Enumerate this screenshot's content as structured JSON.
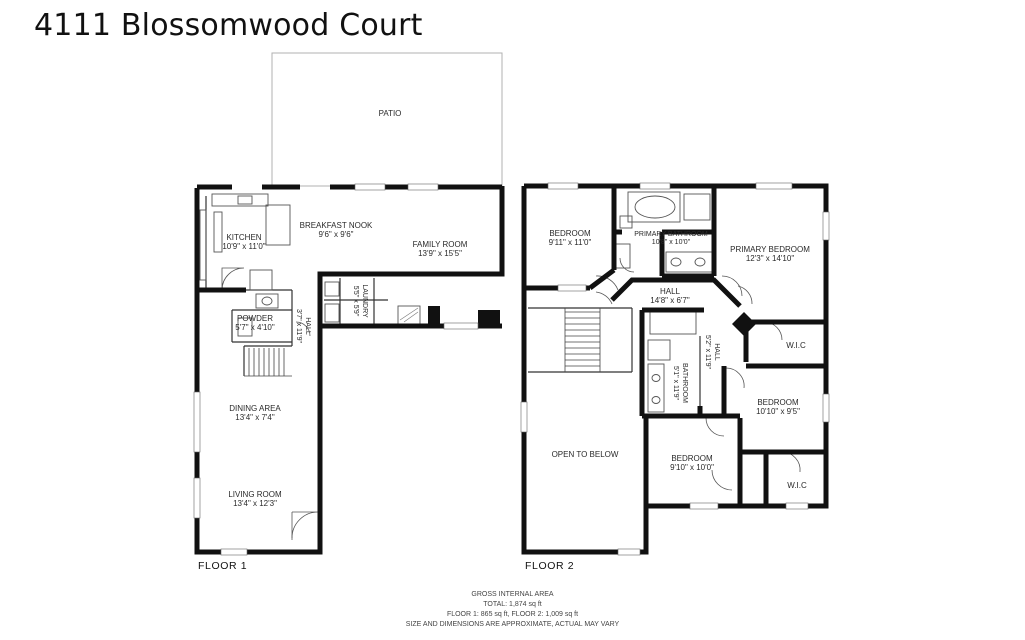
{
  "title": "4111 Blossomwood Court",
  "floor1": {
    "label": "FLOOR 1",
    "rooms": {
      "patio": {
        "name": "PATIO",
        "dims": ""
      },
      "kitchen": {
        "name": "KITCHEN",
        "dims": "10'9\" x 11'0\""
      },
      "breakfast_nook": {
        "name": "BREAKFAST NOOK",
        "dims": "9'6\" x 9'6\""
      },
      "family_room": {
        "name": "FAMILY ROOM",
        "dims": "13'9\" x 15'5\""
      },
      "laundry": {
        "name": "LAUNDRY",
        "dims": "5'5\" x 5'9\""
      },
      "powder": {
        "name": "POWDER",
        "dims": "5'7\" x 4'10\""
      },
      "hall": {
        "name": "HALL",
        "dims": "3'7\" x 11'9\""
      },
      "dining_area": {
        "name": "DINING AREA",
        "dims": "13'4\" x 7'4\""
      },
      "living_room": {
        "name": "LIVING ROOM",
        "dims": "13'4\" x 12'3\""
      }
    }
  },
  "floor2": {
    "label": "FLOOR 2",
    "rooms": {
      "bedroom_nw": {
        "name": "BEDROOM",
        "dims": "9'11\" x 11'0\""
      },
      "primary_bathroom": {
        "name": "PRIMARY BATHROOM",
        "dims": "10'8\" x 10'0\""
      },
      "primary_bedroom": {
        "name": "PRIMARY BEDROOM",
        "dims": "12'3\" x 14'10\""
      },
      "hall_upper": {
        "name": "HALL",
        "dims": "14'8\" x 6'7\""
      },
      "hall_vertical": {
        "name": "HALL",
        "dims": "5'2\" x 11'9\""
      },
      "bathroom": {
        "name": "BATHROOM",
        "dims": "5'1\" x 11'9\""
      },
      "wic_1": {
        "name": "W.I.C",
        "dims": ""
      },
      "bedroom_e": {
        "name": "BEDROOM",
        "dims": "10'10\" x 9'5\""
      },
      "open_to_below": {
        "name": "OPEN TO BELOW",
        "dims": ""
      },
      "bedroom_s": {
        "name": "BEDROOM",
        "dims": "9'10\" x 10'0\""
      },
      "wic_2": {
        "name": "W.I.C",
        "dims": ""
      }
    }
  },
  "footer": {
    "line1": "GROSS INTERNAL AREA",
    "line2": "TOTAL: 1,874 sq ft",
    "line3": "FLOOR 1: 865 sq ft, FLOOR 2: 1,009 sq ft",
    "line4": "SIZE AND DIMENSIONS ARE APPROXIMATE, ACTUAL MAY VARY"
  },
  "colors": {
    "wall": "#111111",
    "fixture": "#555555",
    "background": "#ffffff"
  }
}
